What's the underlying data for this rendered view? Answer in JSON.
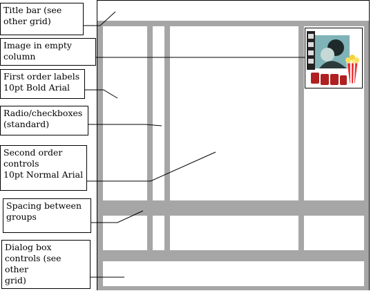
{
  "diagram": {
    "callouts": [
      {
        "id": "title-bar",
        "text": "Title bar (see\nother grid)"
      },
      {
        "id": "image-empty-column",
        "text": "Image in empty\ncolumn"
      },
      {
        "id": "first-order-labels",
        "text": "First order labels\n10pt Bold Arial"
      },
      {
        "id": "radio-checkboxes",
        "text": "Radio/checkboxes\n(standard)"
      },
      {
        "id": "second-order-controls",
        "text": "Second order\ncontrols\n10pt Normal Arial"
      },
      {
        "id": "spacing-groups",
        "text": "Spacing between\ngroups"
      },
      {
        "id": "dialog-box-controls",
        "text": "Dialog box\ncontrols (see other\ngrid)"
      }
    ],
    "image": {
      "icon": "movie-clipart-icon"
    }
  }
}
